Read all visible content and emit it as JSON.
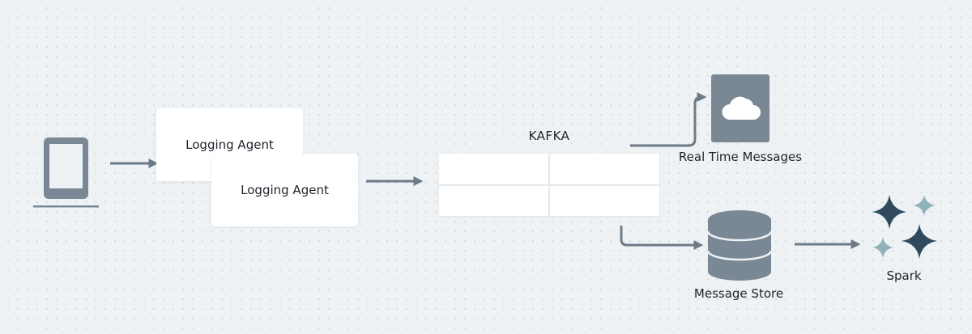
{
  "diagram": {
    "agents": [
      {
        "label": "Logging Agent"
      },
      {
        "label": "Logging Agent"
      }
    ],
    "kafka": {
      "title": "KAFKA",
      "partitions": 4
    },
    "realtime": {
      "label": "Real Time Messages"
    },
    "message_store": {
      "label": "Message Store"
    },
    "spark": {
      "label": "Spark"
    }
  },
  "colors": {
    "background": "#eef2f5",
    "icon": "#7a8896",
    "arrow": "#6d7b88",
    "spark_dark": "#2e4a5c",
    "spark_light": "#8fb3b8"
  },
  "icons": [
    "tablet-icon",
    "cloud-document-icon",
    "database-icon",
    "sparkle-icon"
  ]
}
